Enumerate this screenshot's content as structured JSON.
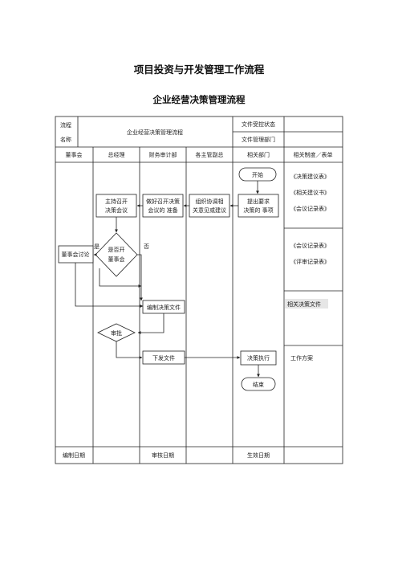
{
  "main_title": "项目投资与开发管理工作流程",
  "sub_title": "企业经营决策管理流程",
  "header": {
    "flow_label_line1": "流程",
    "flow_label_line2": "名称",
    "flow_name": "企业经营决策管理流程",
    "doc_status_label": "文件受控状态",
    "doc_dept_label": "文件管理部门"
  },
  "columns": [
    "董事会",
    "总经理",
    "财务审计部",
    "各主管副总",
    "相关部门",
    "相关制度／表单"
  ],
  "nodes": {
    "start": "开始",
    "host_meeting_l1": "主持召开",
    "host_meeting_l2": "决策会议",
    "prepare_l1": "做好召开决策",
    "prepare_l2": "会议的 准备",
    "organize_l1": "组织协调相",
    "organize_l2": "关意见或建议",
    "propose_l1": "提出要求",
    "propose_l2": "决策的 事项",
    "decision_l1": "是否开",
    "decision_l2": "董事会",
    "yes": "是",
    "no": "否",
    "board_discuss": "董事会讨论",
    "compile": "编制决策文件",
    "approve": "审批",
    "issue": "下发文件",
    "execute": "决策执行",
    "end": "结束"
  },
  "forms": {
    "group1": [
      "《决策建议表》",
      "《相关建议书》",
      "《会议记录表》"
    ],
    "group2": [
      "《会议记录表》",
      "《评审记录表》"
    ],
    "related_docs": "相关决策文件",
    "work_plan": "工作方案"
  },
  "footer": {
    "prepared_date": "编制日期",
    "reviewed_date": "审核日期",
    "effective_date": "生效日期"
  }
}
